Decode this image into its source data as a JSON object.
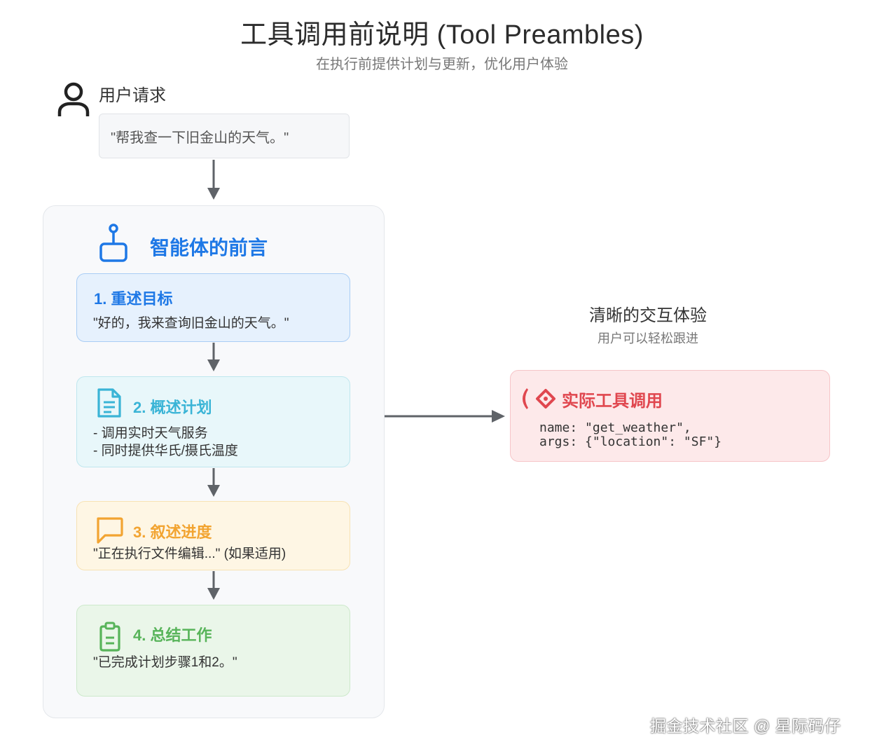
{
  "header": {
    "title": "工具调用前说明 (Tool Preambles)",
    "subtitle": "在执行前提供计划与更新，优化用户体验"
  },
  "user": {
    "label": "用户请求",
    "request": "\"帮我查一下旧金山的天气。\"",
    "icon": "user-icon"
  },
  "agent": {
    "title": "智能体的前言",
    "icon": "robot-icon",
    "steps": [
      {
        "title": "1. 重述目标",
        "lines": [
          "\"好的，我来查询旧金山的天气。\""
        ],
        "color": "#1e78e6"
      },
      {
        "title": "2. 概述计划",
        "lines": [
          "- 调用实时天气服务",
          "- 同时提供华氏/摄氏温度"
        ],
        "icon": "document-icon",
        "color": "#3ab4d6"
      },
      {
        "title": "3. 叙述进度",
        "lines": [
          "\"正在执行文件编辑...\" (如果适用)"
        ],
        "icon": "chat-bubble-icon",
        "color": "#f2a431"
      },
      {
        "title": "4. 总结工作",
        "lines": [
          "\"已完成计划步骤1和2。\""
        ],
        "icon": "clipboard-icon",
        "color": "#58b45a"
      }
    ]
  },
  "experience": {
    "title": "清晰的交互体验",
    "subtitle": "用户可以轻松跟进"
  },
  "tool_call": {
    "title": "实际工具调用",
    "icon": "tool-diamond-icon",
    "code_lines": [
      "name: \"get_weather\",",
      "args: {\"location\": \"SF\"}"
    ],
    "color": "#e0474f"
  },
  "watermark": "掘金技术社区 @ 星际码仔"
}
